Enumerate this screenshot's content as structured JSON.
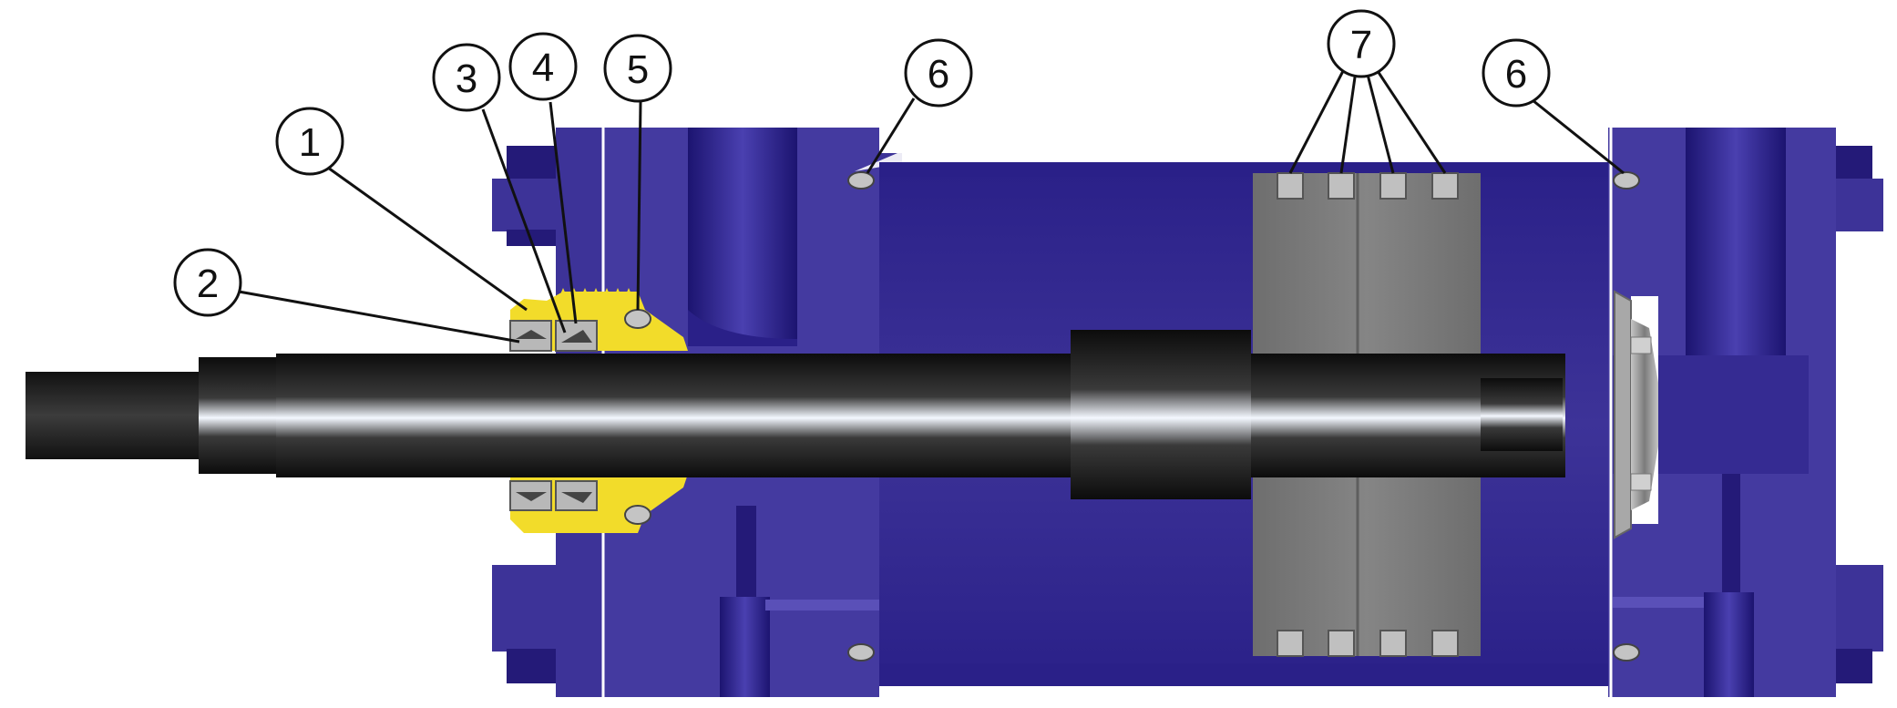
{
  "diagram": {
    "callouts": [
      {
        "id": "1",
        "label": "1"
      },
      {
        "id": "2",
        "label": "2"
      },
      {
        "id": "3",
        "label": "3"
      },
      {
        "id": "4",
        "label": "4"
      },
      {
        "id": "5",
        "label": "5"
      },
      {
        "id": "6a",
        "label": "6"
      },
      {
        "id": "7",
        "label": "7"
      },
      {
        "id": "6b",
        "label": "6"
      }
    ],
    "colors": {
      "body": "#3d3398",
      "body_dark": "#241a78",
      "body_light": "#5a50b8",
      "piston_gray": "#7a7a7a",
      "seal_gray": "#b8b8b8",
      "bushing_yellow": "#f2dc2a",
      "rod_dark": "#151515"
    }
  }
}
